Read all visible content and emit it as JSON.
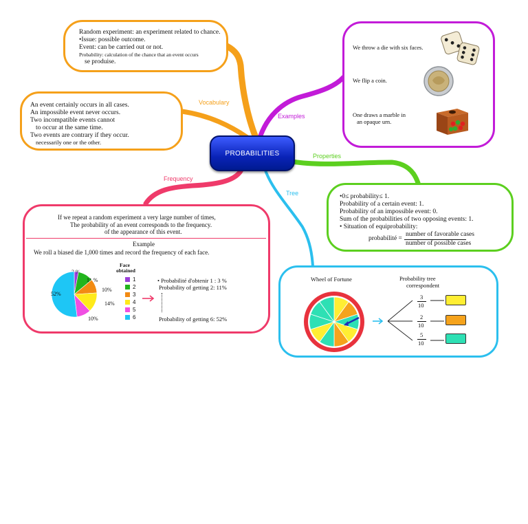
{
  "center": "PROBABILITIES",
  "branches": {
    "vocabulary": "Vocabulary",
    "examples": "Examples",
    "properties": "Properties",
    "frequency": "Frequency",
    "tree": "Tree"
  },
  "colors": {
    "vocabulary": "#f5a01a",
    "examples": "#c21bd8",
    "properties": "#5ccf1f",
    "frequency": "#ef3a6a",
    "tree": "#2bbfee"
  },
  "vocab1": {
    "lines": [
      "Random experiment: an experiment related to chance.",
      "•Issue: possible outcome.",
      "Event: can be carried out or not."
    ],
    "small1": "Probability: calculation of the chance that an event occurs",
    "small2": "se produise."
  },
  "vocab2": {
    "lines": [
      "An event certainly occurs in all cases.",
      "An impossible event never occurs.",
      "Two incompatible events cannot",
      "to occur at the same time.",
      "Two events are contrary if they occur.",
      "necessarily one or the other."
    ]
  },
  "examples": {
    "die": "We throw a die with six faces.",
    "coin": "We flip a coin.",
    "marble1": "One draws a marble in",
    "marble2": "an opaque urn.",
    "icons": [
      "dice-icon",
      "coin-icon",
      "urn-icon"
    ]
  },
  "properties": {
    "lines": [
      "•0≤ probability≤ 1.",
      "Probability of a certain event: 1.",
      "Probability of an impossible event: 0.",
      "Sum of the probabilities of two opposing events: 1.",
      "• Situation of equiprobability:"
    ],
    "formula_lhs": "probabilité =",
    "numerator": "number of favorable cases",
    "denominator": "number of possible cases"
  },
  "frequency": {
    "lines": [
      "If we repeat a random experiment a very large number of times,",
      "The probability of an event corresponds to the frequency.",
      "of the appearance of this event."
    ],
    "example_title": "Example",
    "example_text": "We roll a biased die 1,000 times and record the frequency of each face.",
    "legend_title1": "Face",
    "legend_title2": "obtained",
    "prob1": "• Probabilité d'obtenir 1 : 3 %",
    "prob2": "Probability of getting 2: 11%",
    "prob6": "Probability of getting 6: 52%"
  },
  "chart_data": {
    "type": "pie",
    "categories": [
      "1",
      "2",
      "3",
      "4",
      "5",
      "6"
    ],
    "values": [
      3,
      11,
      10,
      14,
      10,
      52
    ],
    "labels": [
      "3 %",
      "11 %",
      "10%",
      "14%",
      "10%",
      "52%"
    ],
    "colors": [
      "#9b3fd9",
      "#22b51d",
      "#f28b13",
      "#ffea1a",
      "#f04fe2",
      "#1ec6f5"
    ]
  },
  "tree": {
    "wheel_title": "Wheel of Fortune",
    "tree_title1": "Probability tree",
    "tree_title2": "correspondent",
    "fractions": [
      {
        "num": "3",
        "den": "10",
        "color": "#ffee33"
      },
      {
        "num": "2",
        "den": "10",
        "color": "#f5a31c"
      },
      {
        "num": "5",
        "den": "10",
        "color": "#2ee0b4"
      }
    ],
    "wheel_colors": [
      "#ffee33",
      "#f5a31c",
      "#2ee0b4"
    ],
    "rim_color": "#e8323d"
  }
}
